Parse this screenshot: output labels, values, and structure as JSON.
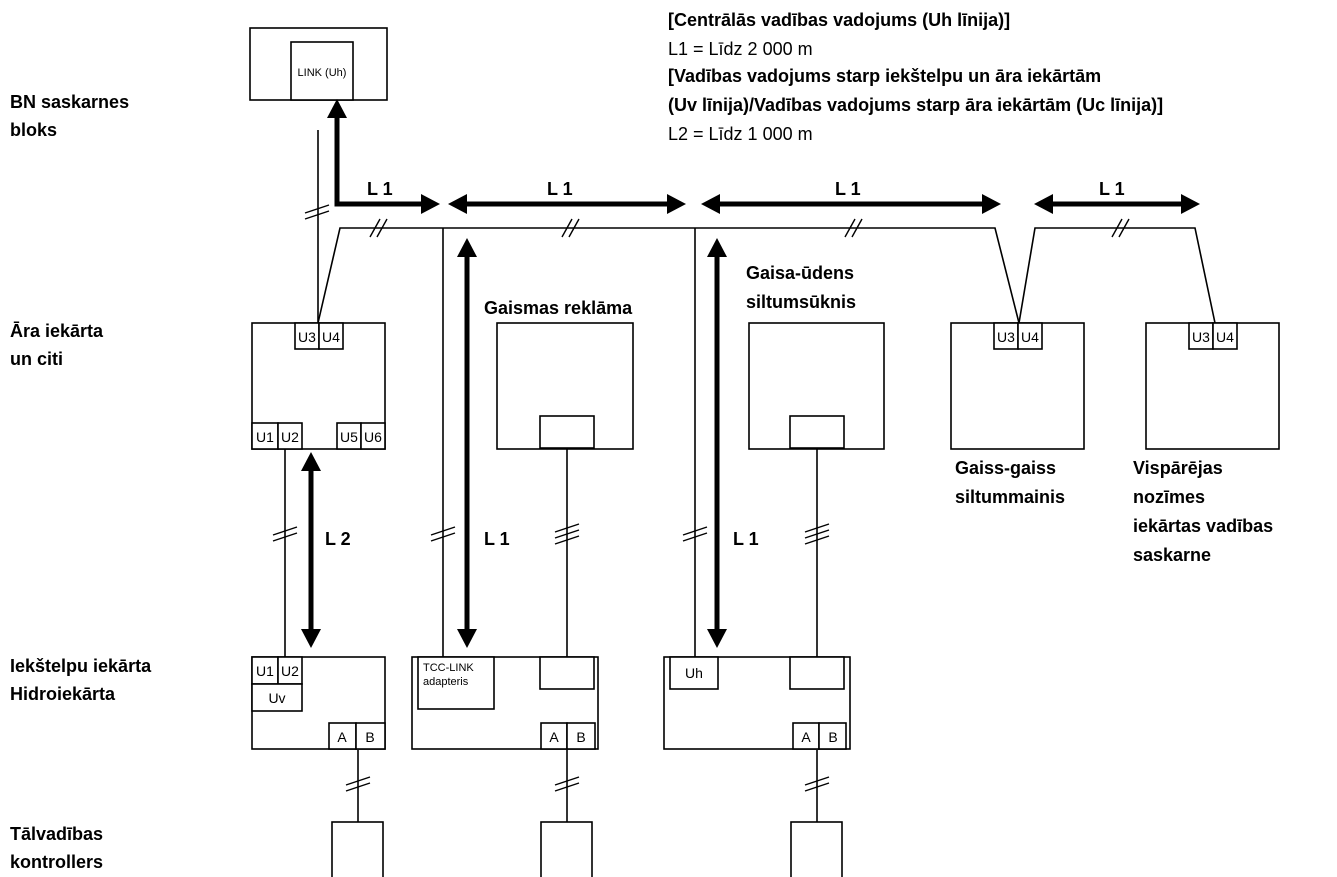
{
  "legend": {
    "uh_heading": "[Centrālās vadības vadojums (Uh līnija)]",
    "l1_text": "L1 = Līdz 2 000 m",
    "uv_heading_line1": "[Vadības vadojums starp iekštelpu un āra iekārtām",
    "uv_heading_line2": "(Uv līnija)/Vadības vadojums starp āra iekārtām (Uc līnija)]",
    "l2_text": "L2 = Līdz 1 000 m"
  },
  "row_labels": {
    "bn_line1": "BN saskarnes",
    "bn_line2": "bloks",
    "outdoor_line1": "Āra iekārta",
    "outdoor_line2": "un citi",
    "indoor_line1": "Iekštelpu iekārta",
    "indoor_line2": "Hidroiekārta",
    "remote_line1": "Tālvadības",
    "remote_line2": "kontrollers"
  },
  "device_labels": {
    "signage": "Gaismas reklāma",
    "heatpump_line1": "Gaisa-ūdens",
    "heatpump_line2": "siltumsūknis",
    "erv_line1": "Gaiss-gaiss",
    "erv_line2": "siltummainis",
    "gp_line1": "Vispārējas",
    "gp_line2": "nozīmes",
    "gp_line3": "iekārtas vadības",
    "gp_line4": "saskarne"
  },
  "terminals": {
    "link": "LINK (Uh)",
    "u1": "U1",
    "u2": "U2",
    "u3": "U3",
    "u4": "U4",
    "u5": "U5",
    "u6": "U6",
    "uv": "Uv",
    "uh": "Uh",
    "a": "A",
    "b": "B",
    "tcc_line1": "TCC-LINK",
    "tcc_line2": "adapteris"
  },
  "distance_labels": {
    "l1": "L 1",
    "l2": "L 2"
  }
}
